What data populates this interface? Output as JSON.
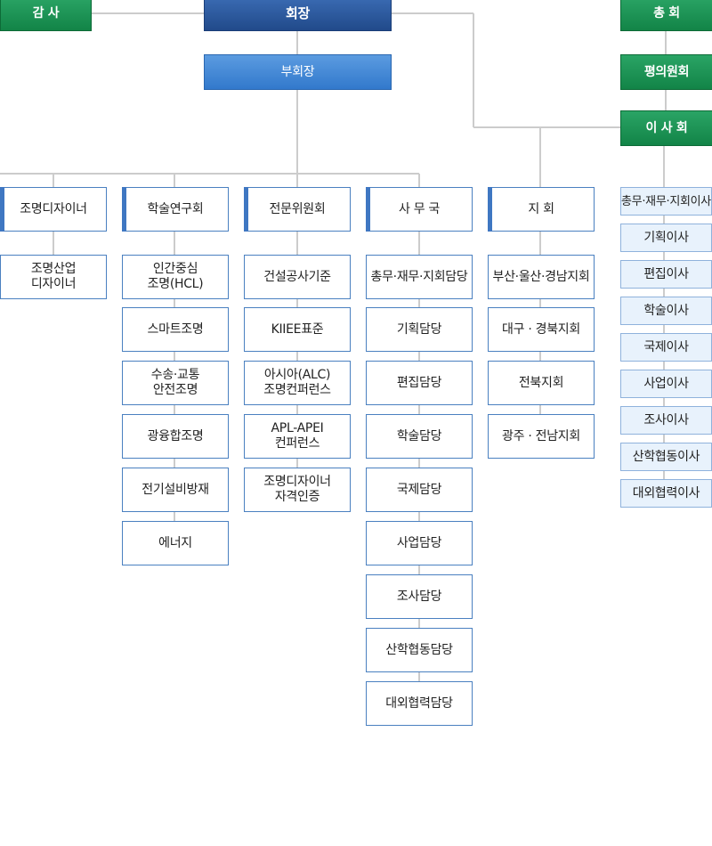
{
  "top": {
    "auditor": "감 사",
    "president": "회장",
    "vice_president": "부회장",
    "general_assembly": "총 회",
    "council": "평의원회",
    "board": "이 사 회"
  },
  "columns": [
    {
      "name": "designer",
      "header": "조명디자이너",
      "items": [
        "조명산업\n디자이너"
      ]
    },
    {
      "name": "research",
      "header": "학술연구회",
      "items": [
        "인간중심\n조명(HCL)",
        "스마트조명",
        "수송·교통\n안전조명",
        "광융합조명",
        "전기설비방재",
        "에너지"
      ]
    },
    {
      "name": "committee",
      "header": "전문위원회",
      "items": [
        "건설공사기준",
        "KIIEE표준",
        "아시아(ALC)\n조명컨퍼런스",
        "APL-APEI\n컨퍼런스",
        "조명디자이너\n자격인증"
      ]
    },
    {
      "name": "secretariat",
      "header": "사 무 국",
      "items": [
        "총무·재무·지회담당",
        "기획담당",
        "편집담당",
        "학술담당",
        "국제담당",
        "사업담당",
        "조사담당",
        "산학협동담당",
        "대외협력담당"
      ]
    },
    {
      "name": "branch",
      "header": "지 회",
      "items": [
        "부산·울산·경남지회",
        "대구 · 경북지회",
        "전북지회",
        "광주 · 전남지회"
      ]
    }
  ],
  "board_members": [
    "총무·재무·지회이사",
    "기획이사",
    "편집이사",
    "학술이사",
    "국제이사",
    "사업이사",
    "조사이사",
    "산학협동이사",
    "대외협력이사"
  ]
}
